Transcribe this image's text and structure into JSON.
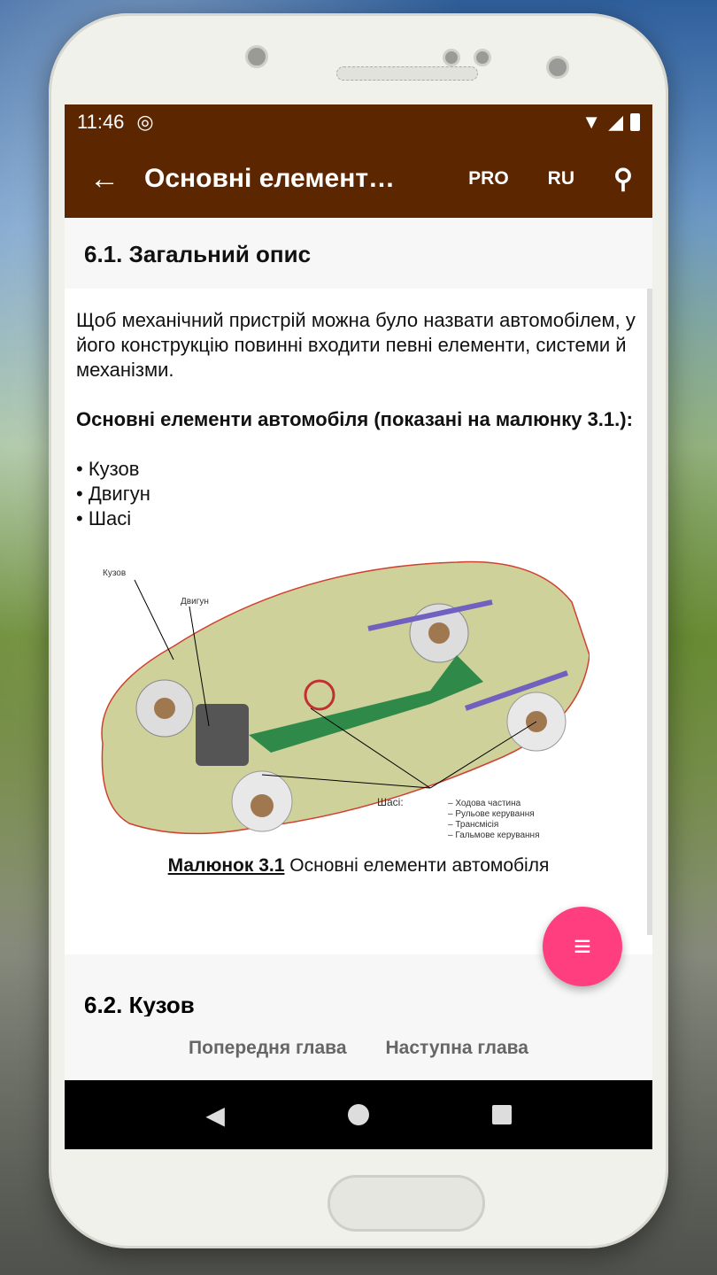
{
  "status": {
    "time": "11:46"
  },
  "appbar": {
    "title": "Основні елемент…",
    "pro": "PRO",
    "lang": "RU"
  },
  "section1": {
    "title": "6.1. Загальний опис"
  },
  "content": {
    "intro": "Щоб механічний пристрій можна було назвати автомобілем, у його конструкцію повинні входити певні елементи, системи й механізми.",
    "heading": "Основні елементи автомобіля (показані на малюнку 3.1.):",
    "items": [
      "• Кузов",
      "• Двигун",
      "• Шасі"
    ],
    "figure": {
      "labels": {
        "body": "Кузов",
        "engine": "Двигун",
        "chassis": "Шасі:",
        "parts": [
          "– Ходова частина",
          "– Рульове керування",
          "– Трансмісія",
          "– Гальмове керування"
        ]
      }
    },
    "caption_ref": "Малюнок 3.1",
    "caption_text": " Основні елементи автомобіля"
  },
  "section2": {
    "title": "6.2. Кузов"
  },
  "chapters": {
    "prev": "Попередня глава",
    "next": "Наступна глава"
  },
  "colors": {
    "appbar": "#5c2600",
    "fab": "#ff3e7f"
  }
}
